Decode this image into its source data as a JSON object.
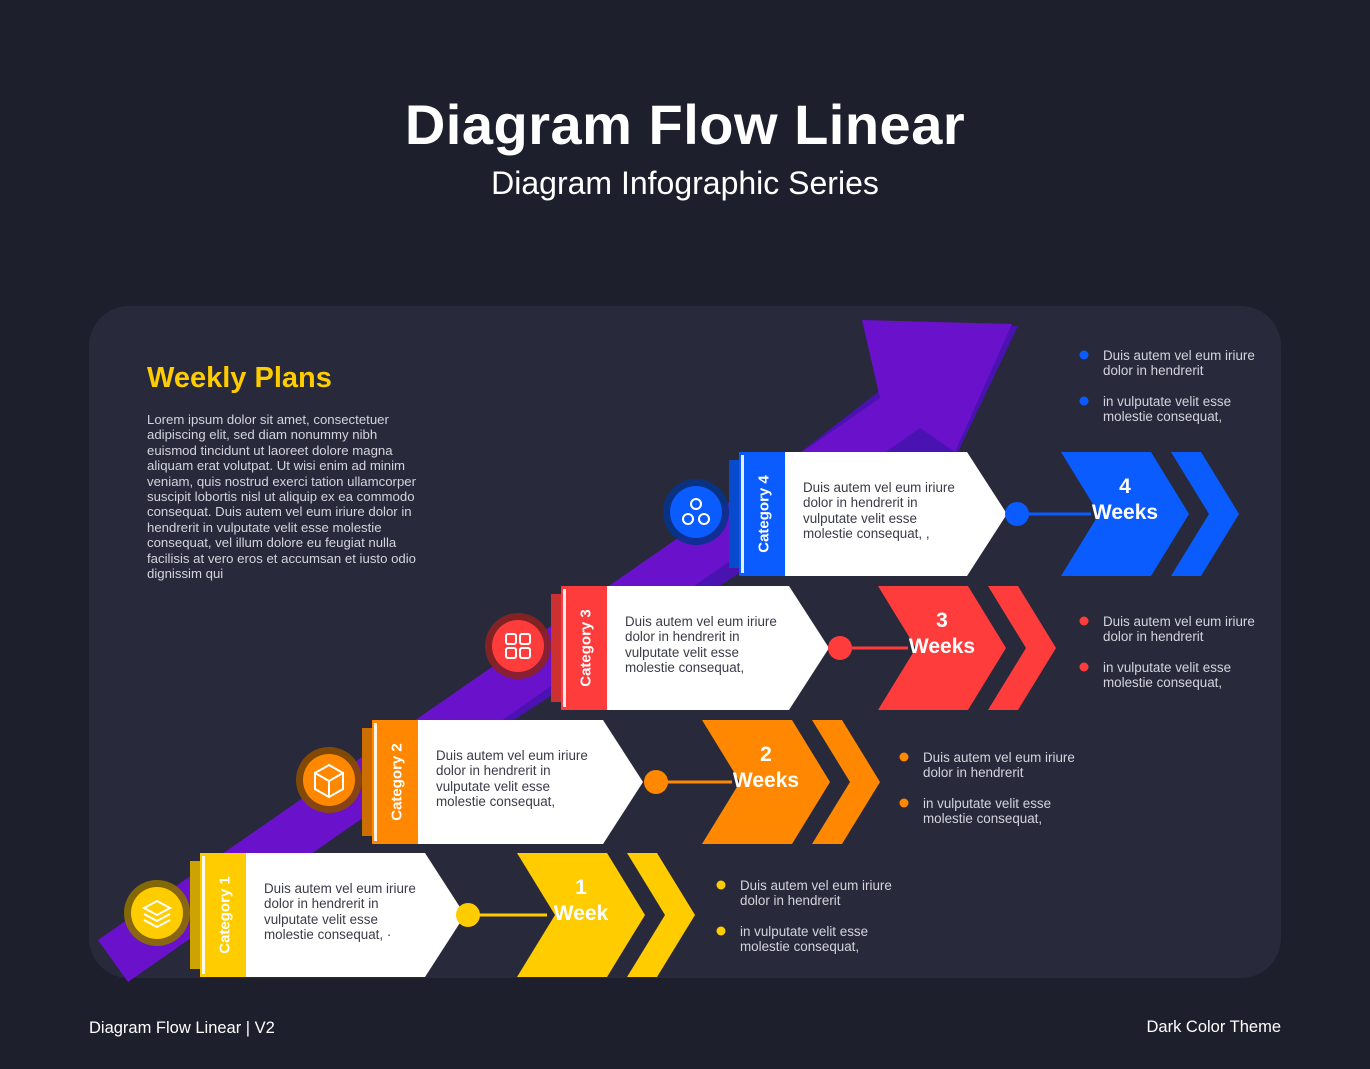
{
  "header": {
    "title": "Diagram Flow Linear",
    "subtitle": "Diagram Infographic Series"
  },
  "intro": {
    "title": "Weekly Plans",
    "body": "Lorem ipsum dolor sit amet, consectetuer adipiscing elit, sed diam nonummy nibh euismod tincidunt ut laoreet dolore magna aliquam erat volutpat. Ut wisi enim ad minim veniam, quis nostrud exerci tation ullamcorper suscipit lobortis nisl ut aliquip ex ea commodo consequat. Duis autem vel eum iriure dolor in hendrerit in vulputate velit esse molestie consequat, vel illum dolore eu feugiat nulla facilisis at vero eros et accumsan et iusto odio dignissim qui"
  },
  "steps": [
    {
      "category": "Category 1",
      "text": "Duis autem vel eum iriure dolor in hendrerit in vulputate velit esse molestie consequat,  ·",
      "number": "1",
      "unit": "Week",
      "color": "#ffcc00",
      "icon": "layers-icon",
      "bullets": [
        "Duis autem vel eum iriure dolor in hendrerit",
        "in vulputate velit esse molestie consequat,"
      ]
    },
    {
      "category": "Category 2",
      "text": "Duis autem vel eum iriure dolor in hendrerit in vulputate velit esse molestie consequat,",
      "number": "2",
      "unit": "Weeks",
      "color": "#ff8800",
      "icon": "cube-icon",
      "bullets": [
        "Duis autem vel eum iriure dolor in hendrerit",
        "in vulputate velit esse molestie consequat,"
      ]
    },
    {
      "category": "Category 3",
      "text": "Duis autem vel eum iriure dolor in hendrerit in vulputate velit esse molestie consequat,",
      "number": "3",
      "unit": "Weeks",
      "color": "#ff3c3c",
      "icon": "grid-icon",
      "bullets": [
        "Duis autem vel eum iriure dolor in hendrerit",
        "in vulputate velit esse molestie consequat,"
      ]
    },
    {
      "category": "Category 4",
      "text": "Duis autem vel eum iriure dolor in hendrerit in vulputate velit esse molestie consequat,   ,",
      "number": "4",
      "unit": "Weeks",
      "color": "#0a5cff",
      "icon": "molecule-icon",
      "bullets": [
        "Duis autem vel eum iriure dolor in hendrerit",
        "in vulputate velit esse molestie consequat,"
      ]
    }
  ],
  "arrow_color": "#6a11cb",
  "footer": {
    "left": "Diagram Flow Linear | V2",
    "right": "Dark Color Theme"
  }
}
